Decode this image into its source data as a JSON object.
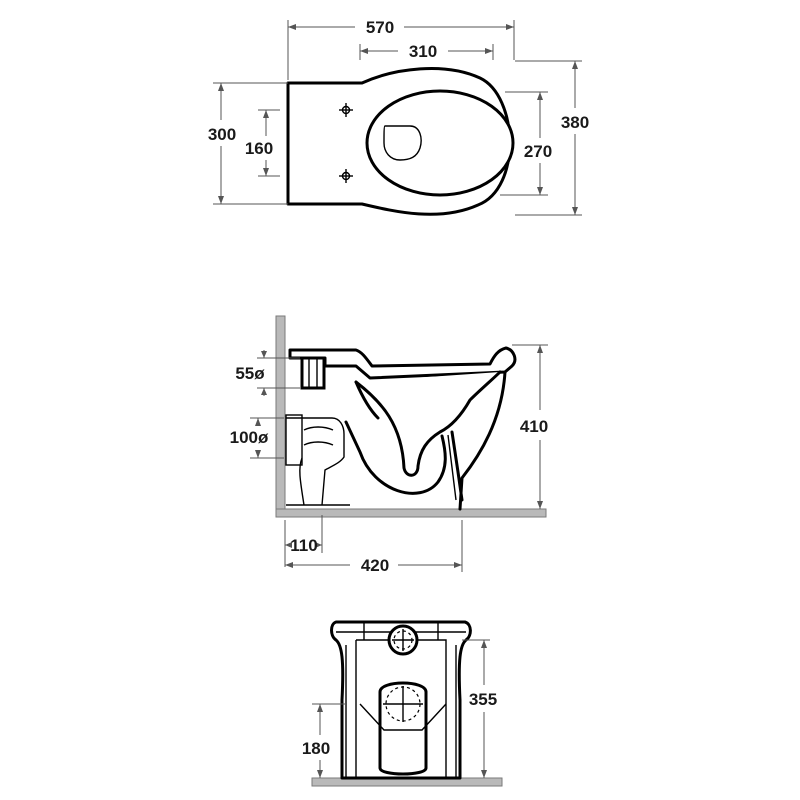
{
  "top_view": {
    "overall_length": "570",
    "fixing_spacing": "310",
    "width": "300",
    "fixing_width": "160",
    "bowl_width": "380",
    "inner_bowl": "270"
  },
  "side_view": {
    "inlet_diameter": "55ø",
    "outlet_diameter": "100ø",
    "height": "410",
    "outlet_offset": "110",
    "depth": "420"
  },
  "back_view": {
    "total_height": "355",
    "outlet_height": "180"
  }
}
